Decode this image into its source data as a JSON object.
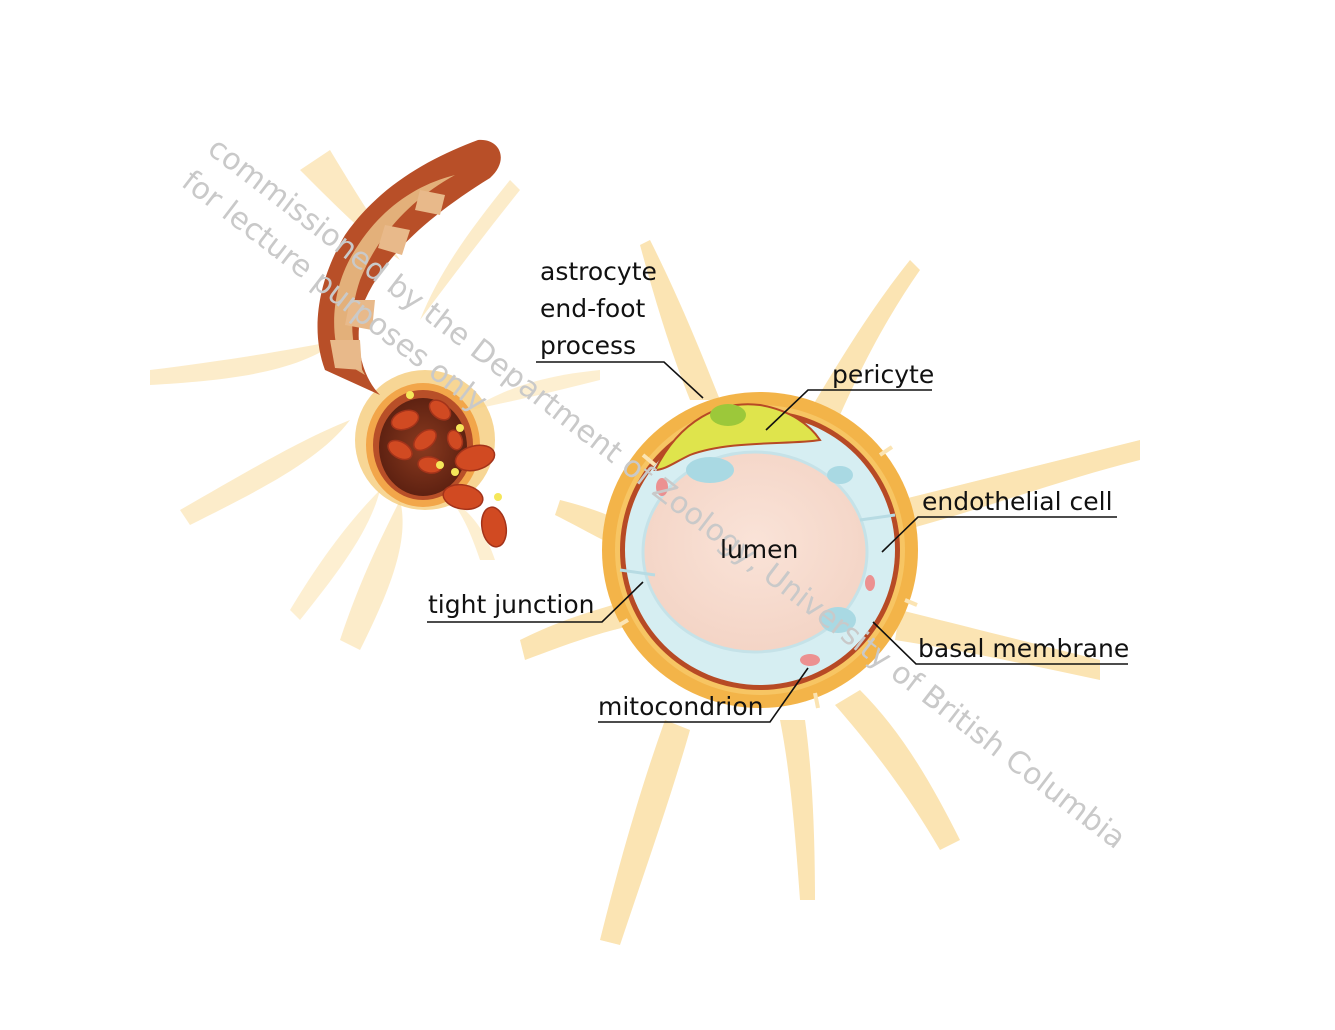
{
  "labels": {
    "astrocyte_1": "astrocyte",
    "astrocyte_2": "end-foot",
    "astrocyte_3": "process",
    "pericyte": "pericyte",
    "endothelial_cell": "endothelial cell",
    "lumen": "lumen",
    "tight_junction": "tight junction",
    "basal_membrane": "basal membrane",
    "mitocondrion": "mitocondrion"
  },
  "watermark": {
    "line1": "commissioned by the Department of Zoology, University of British Columbia",
    "line2": "for lecture purposes only"
  },
  "colors": {
    "astrocyte": "#f9e0a8",
    "endfoot": "#f5b94c",
    "basal_membrane": "#b74a25",
    "endothelium": "#d6eef2",
    "lumen": "#f7dcd0",
    "pericyte": "#d8e24a",
    "vessel_outer": "#b84f28",
    "vessel_plate": "#e3b07a",
    "red_blood_cell": "#d14a22"
  }
}
